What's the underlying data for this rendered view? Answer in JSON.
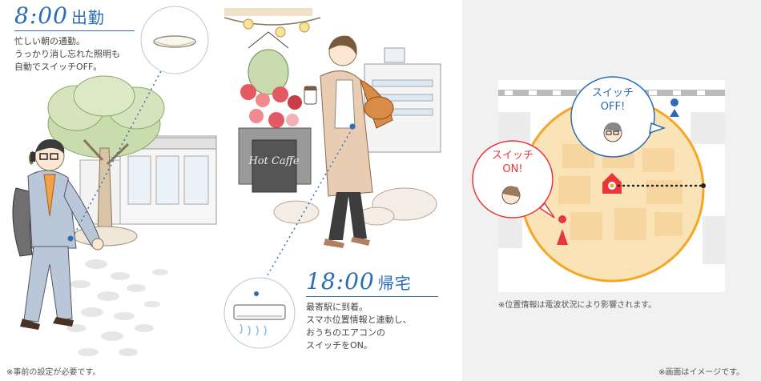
{
  "morning": {
    "time": "8:00",
    "title": "出勤",
    "lines": [
      "忙しい朝の通勤。",
      "うっかり消し忘れた照明も",
      "自動でスイッチOFF。"
    ]
  },
  "evening": {
    "time": "18:00",
    "title": "帰宅",
    "lines": [
      "最寄駅に到着。",
      "スマホ位置情報と連動し、",
      "おうちのエアコンの",
      "スイッチをON。"
    ]
  },
  "notes": {
    "prior_setup": "※事前の設定が必要です。",
    "location_note": "※位置情報は電波状況により影響されます。",
    "image_note": "※画面はイメージです。"
  },
  "bubbles": {
    "off": [
      "スイッチ",
      "OFF!"
    ],
    "on": [
      "スイッチ",
      "ON!"
    ]
  },
  "signs": {
    "cafe": "Hot Caffe"
  },
  "colors": {
    "accent_blue": "#2a6db5",
    "geofence_orange": "#f5a623",
    "geofence_fill": "#fbe3b8",
    "alert_red": "#e8363b",
    "panel_gray": "#f1f1f1"
  },
  "icons": [
    "ceiling-light-icon",
    "air-conditioner-icon",
    "home-pin-icon",
    "user-pin-icon",
    "phone-pin-icon"
  ]
}
